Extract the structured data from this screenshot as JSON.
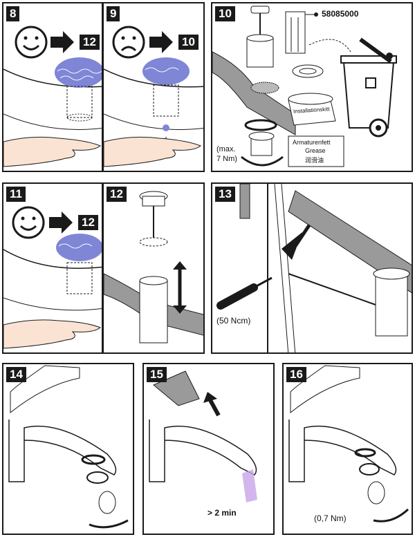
{
  "steps": {
    "s8": {
      "num": "8",
      "goto": "12"
    },
    "s9": {
      "num": "9",
      "goto": "10"
    },
    "s10": {
      "num": "10",
      "part_no": "58085000",
      "label_kit": "Installationskitt",
      "grease_de": "Armaturenfett",
      "grease_en": "Grease",
      "grease_cn": "润滑油",
      "torque_1": "(max.",
      "torque_2": "7 Nm)"
    },
    "s11": {
      "num": "11",
      "goto": "12"
    },
    "s12": {
      "num": "12"
    },
    "s13": {
      "num": "13",
      "torque": "(50 Ncm)"
    },
    "s14": {
      "num": "14"
    },
    "s15": {
      "num": "15",
      "time": "> 2 min"
    },
    "s16": {
      "num": "16",
      "torque": "(0,7 Nm)"
    }
  },
  "icons": {
    "happy": "smiley-happy-icon",
    "sad": "smiley-sad-icon",
    "arrow": "arrow-right-icon"
  },
  "colors": {
    "water": "#7f86d6",
    "ink": "#1a1a1a",
    "shade": "#9a9a9a",
    "skin": "#fbe3d3",
    "stream": "#c7a4e8"
  }
}
